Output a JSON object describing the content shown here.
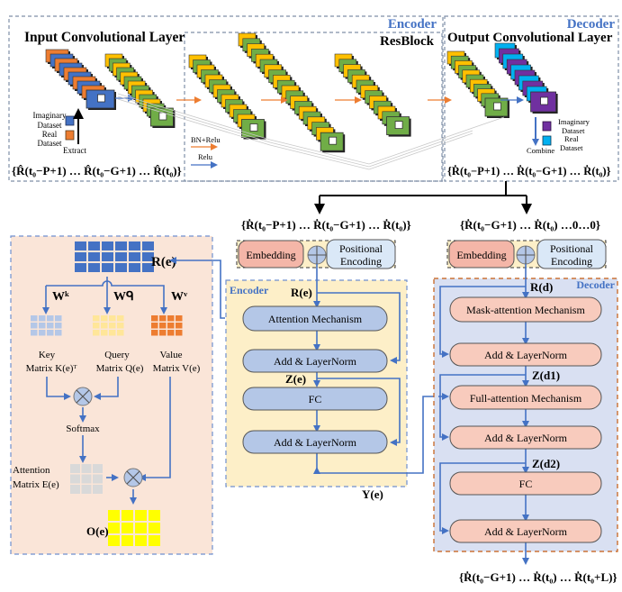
{
  "top": {
    "encoder_label": "Encoder",
    "decoder_label": "Decoder",
    "input_layer_title": "Input Convolutional Layer",
    "resblock_title": "ResBlock",
    "output_layer_title": "Output Convolutional Layer",
    "legend_imaginary": "Imaginary",
    "legend_dataset": "Dataset",
    "legend_real": "Real",
    "legend_dataset2": "Dataset",
    "extract_label": "Extract",
    "combine_label": "Combine",
    "bn_relu_label": "BN+Relu",
    "relu_label": "Relu",
    "input_seq": "{R̂(t₀−P+1) … R̂(t₀−G+1) … R̂(t₀)}",
    "output_seq": "{Ṙ(t₀−P+1) … Ṙ(t₀−G+1) … Ṙ(t₀)}"
  },
  "attention_panel": {
    "r_label": "R(e)",
    "wk": "Wᵏ",
    "wq": "Wᑫ",
    "wv": "Wᵛ",
    "key_label": "Key",
    "key_matrix": "Matrix K(e)ᵀ",
    "query_label": "Query",
    "query_matrix": "Matrix Q(e)",
    "value_label": "Value",
    "value_matrix": "Matrix V(e)",
    "softmax": "Softmax",
    "attention_label": "Attention",
    "attention_matrix": "Matrix E(e)",
    "output_label": "O(e)"
  },
  "encoder": {
    "input_seq": "{Ṙ(t₀−P+1) … Ṙ(t₀−G+1) … Ṙ(t₀)}",
    "embedding": "Embedding",
    "positional_1": "Positional",
    "positional_2": "Encoding",
    "title": "Encoder",
    "r_label": "R(e)",
    "attention": "Attention Mechanism",
    "addnorm1": "Add & LayerNorm",
    "z_label": "Z(e)",
    "fc": "FC",
    "addnorm2": "Add & LayerNorm",
    "y_label": "Y(e)"
  },
  "decoder": {
    "input_seq": "{Ṙ(t₀−G+1) … Ṙ(t₀) …0…0}",
    "embedding": "Embedding",
    "positional_1": "Positional",
    "positional_2": "Encoding",
    "title": "Decoder",
    "r_label": "R(d)",
    "mask_attention": "Mask-attention Mechanism",
    "addnorm1": "Add & LayerNorm",
    "z1_label": "Z(d1)",
    "full_attention": "Full-attention Mechanism",
    "addnorm2": "Add & LayerNorm",
    "z2_label": "Z(d2)",
    "fc": "FC",
    "addnorm3": "Add & LayerNorm",
    "output_seq": "{Ṙ(t₀−G+1) … Ṙ(t₀) … Ṙ(t₀+L)}"
  },
  "colors": {
    "blue_arrow": "#4472c4",
    "orange_arrow": "#ed7d31",
    "encoder_bg": "#fdefc8",
    "decoder_bg": "#d9e0f2",
    "attention_bg": "#fae5d8",
    "enc_box": "#b4c7e7",
    "dec_box": "#f8cbbd",
    "embed": "#f4b6a8",
    "posenc": "#dae8f7"
  }
}
